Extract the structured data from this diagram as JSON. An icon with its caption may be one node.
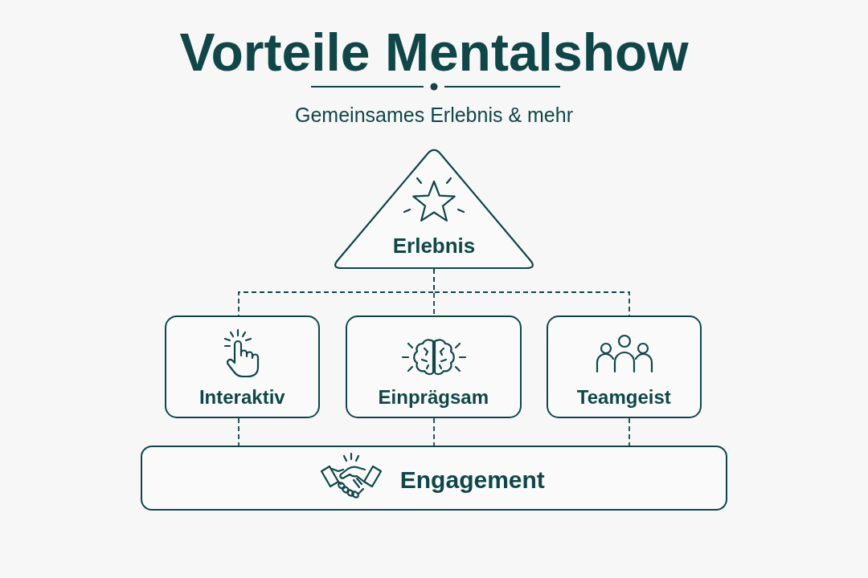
{
  "diagram": {
    "title": "Vorteile Mentalshow",
    "nodes": [
      {
        "text": [
          "Erlebnis"
        ]
      },
      {
        "text": [
          "Interaktiv"
        ]
      },
      {
        "text": [
          "Einprägsam"
        ]
      },
      {
        "text": [
          "Teamgeist"
        ]
      },
      {
        "text": [
          "Engagement"
        ]
      }
    ],
    "edges": [
      {
        "from": 0,
        "to": 1,
        "arrow": "none",
        "style": "dashed"
      },
      {
        "from": 0,
        "to": 2,
        "arrow": "none",
        "style": "dashed"
      },
      {
        "from": 0,
        "to": 3,
        "arrow": "none",
        "style": "dashed"
      },
      {
        "from": 1,
        "to": 4,
        "arrow": "none",
        "style": "dashed"
      },
      {
        "from": 2,
        "to": 4,
        "arrow": "none",
        "style": "dashed"
      },
      {
        "from": 3,
        "to": 4,
        "arrow": "none",
        "style": "dashed"
      }
    ],
    "labels": [
      "Gemeinsames Erlebnis & mehr"
    ]
  }
}
